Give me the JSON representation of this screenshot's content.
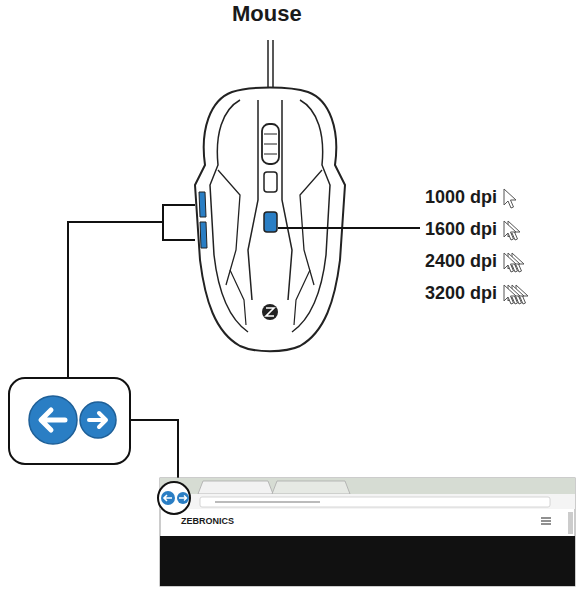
{
  "diagram": {
    "title": "Mouse",
    "labels": [
      "1000 dpi",
      "1600 dpi",
      "2400 dpi",
      "3200 dpi",
      "ZEBRONICS"
    ]
  }
}
